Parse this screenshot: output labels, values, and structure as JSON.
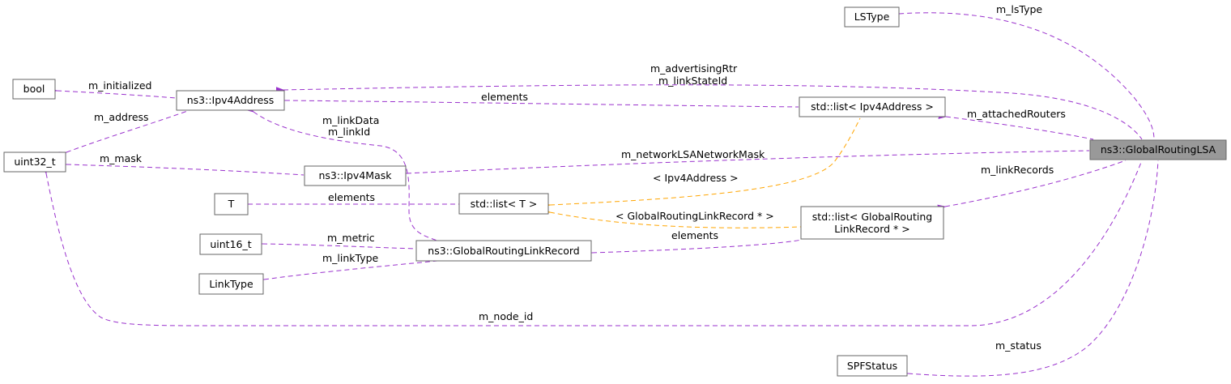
{
  "nodes": {
    "lstype": "LSType",
    "bool": "bool",
    "ipv4address": "ns3::Ipv4Address",
    "uint32": "uint32_t",
    "list_ipv4address": "std::list< Ipv4Address >",
    "globalroutinglsa": "ns3::GlobalRoutingLSA",
    "ipv4mask": "ns3::Ipv4Mask",
    "t": "T",
    "list_t": "std::list< T >",
    "list_linkrecord_line1": "std::list< GlobalRouting",
    "list_linkrecord_line2": "LinkRecord * >",
    "uint16": "uint16_t",
    "linkrecord": "ns3::GlobalRoutingLinkRecord",
    "linktype": "LinkType",
    "spfstatus": "SPFStatus"
  },
  "edges": {
    "m_lsType": "m_lsType",
    "m_advertisingRtr": "m_advertisingRtr",
    "m_linkStateId": "m_linkStateId",
    "m_initialized": "m_initialized",
    "elements_ipv4": "elements",
    "m_address": "m_address",
    "m_linkData": "m_linkData",
    "m_linkId": "m_linkId",
    "m_attachedRouters": "m_attachedRouters",
    "m_mask": "m_mask",
    "m_networkLSANetworkMask": "m_networkLSANetworkMask",
    "tpl_ipv4address": "< Ipv4Address >",
    "m_linkRecords": "m_linkRecords",
    "elements_t": "elements",
    "tpl_linkrecord": "< GlobalRoutingLinkRecord * >",
    "elements_linkrecord": "elements",
    "m_metric": "m_metric",
    "m_linkType": "m_linkType",
    "m_node_id": "m_node_id",
    "m_status": "m_status"
  },
  "colors": {
    "member_edge": "#9a32cd",
    "template_edge": "#ffa500",
    "focus_node_fill": "#999999"
  }
}
